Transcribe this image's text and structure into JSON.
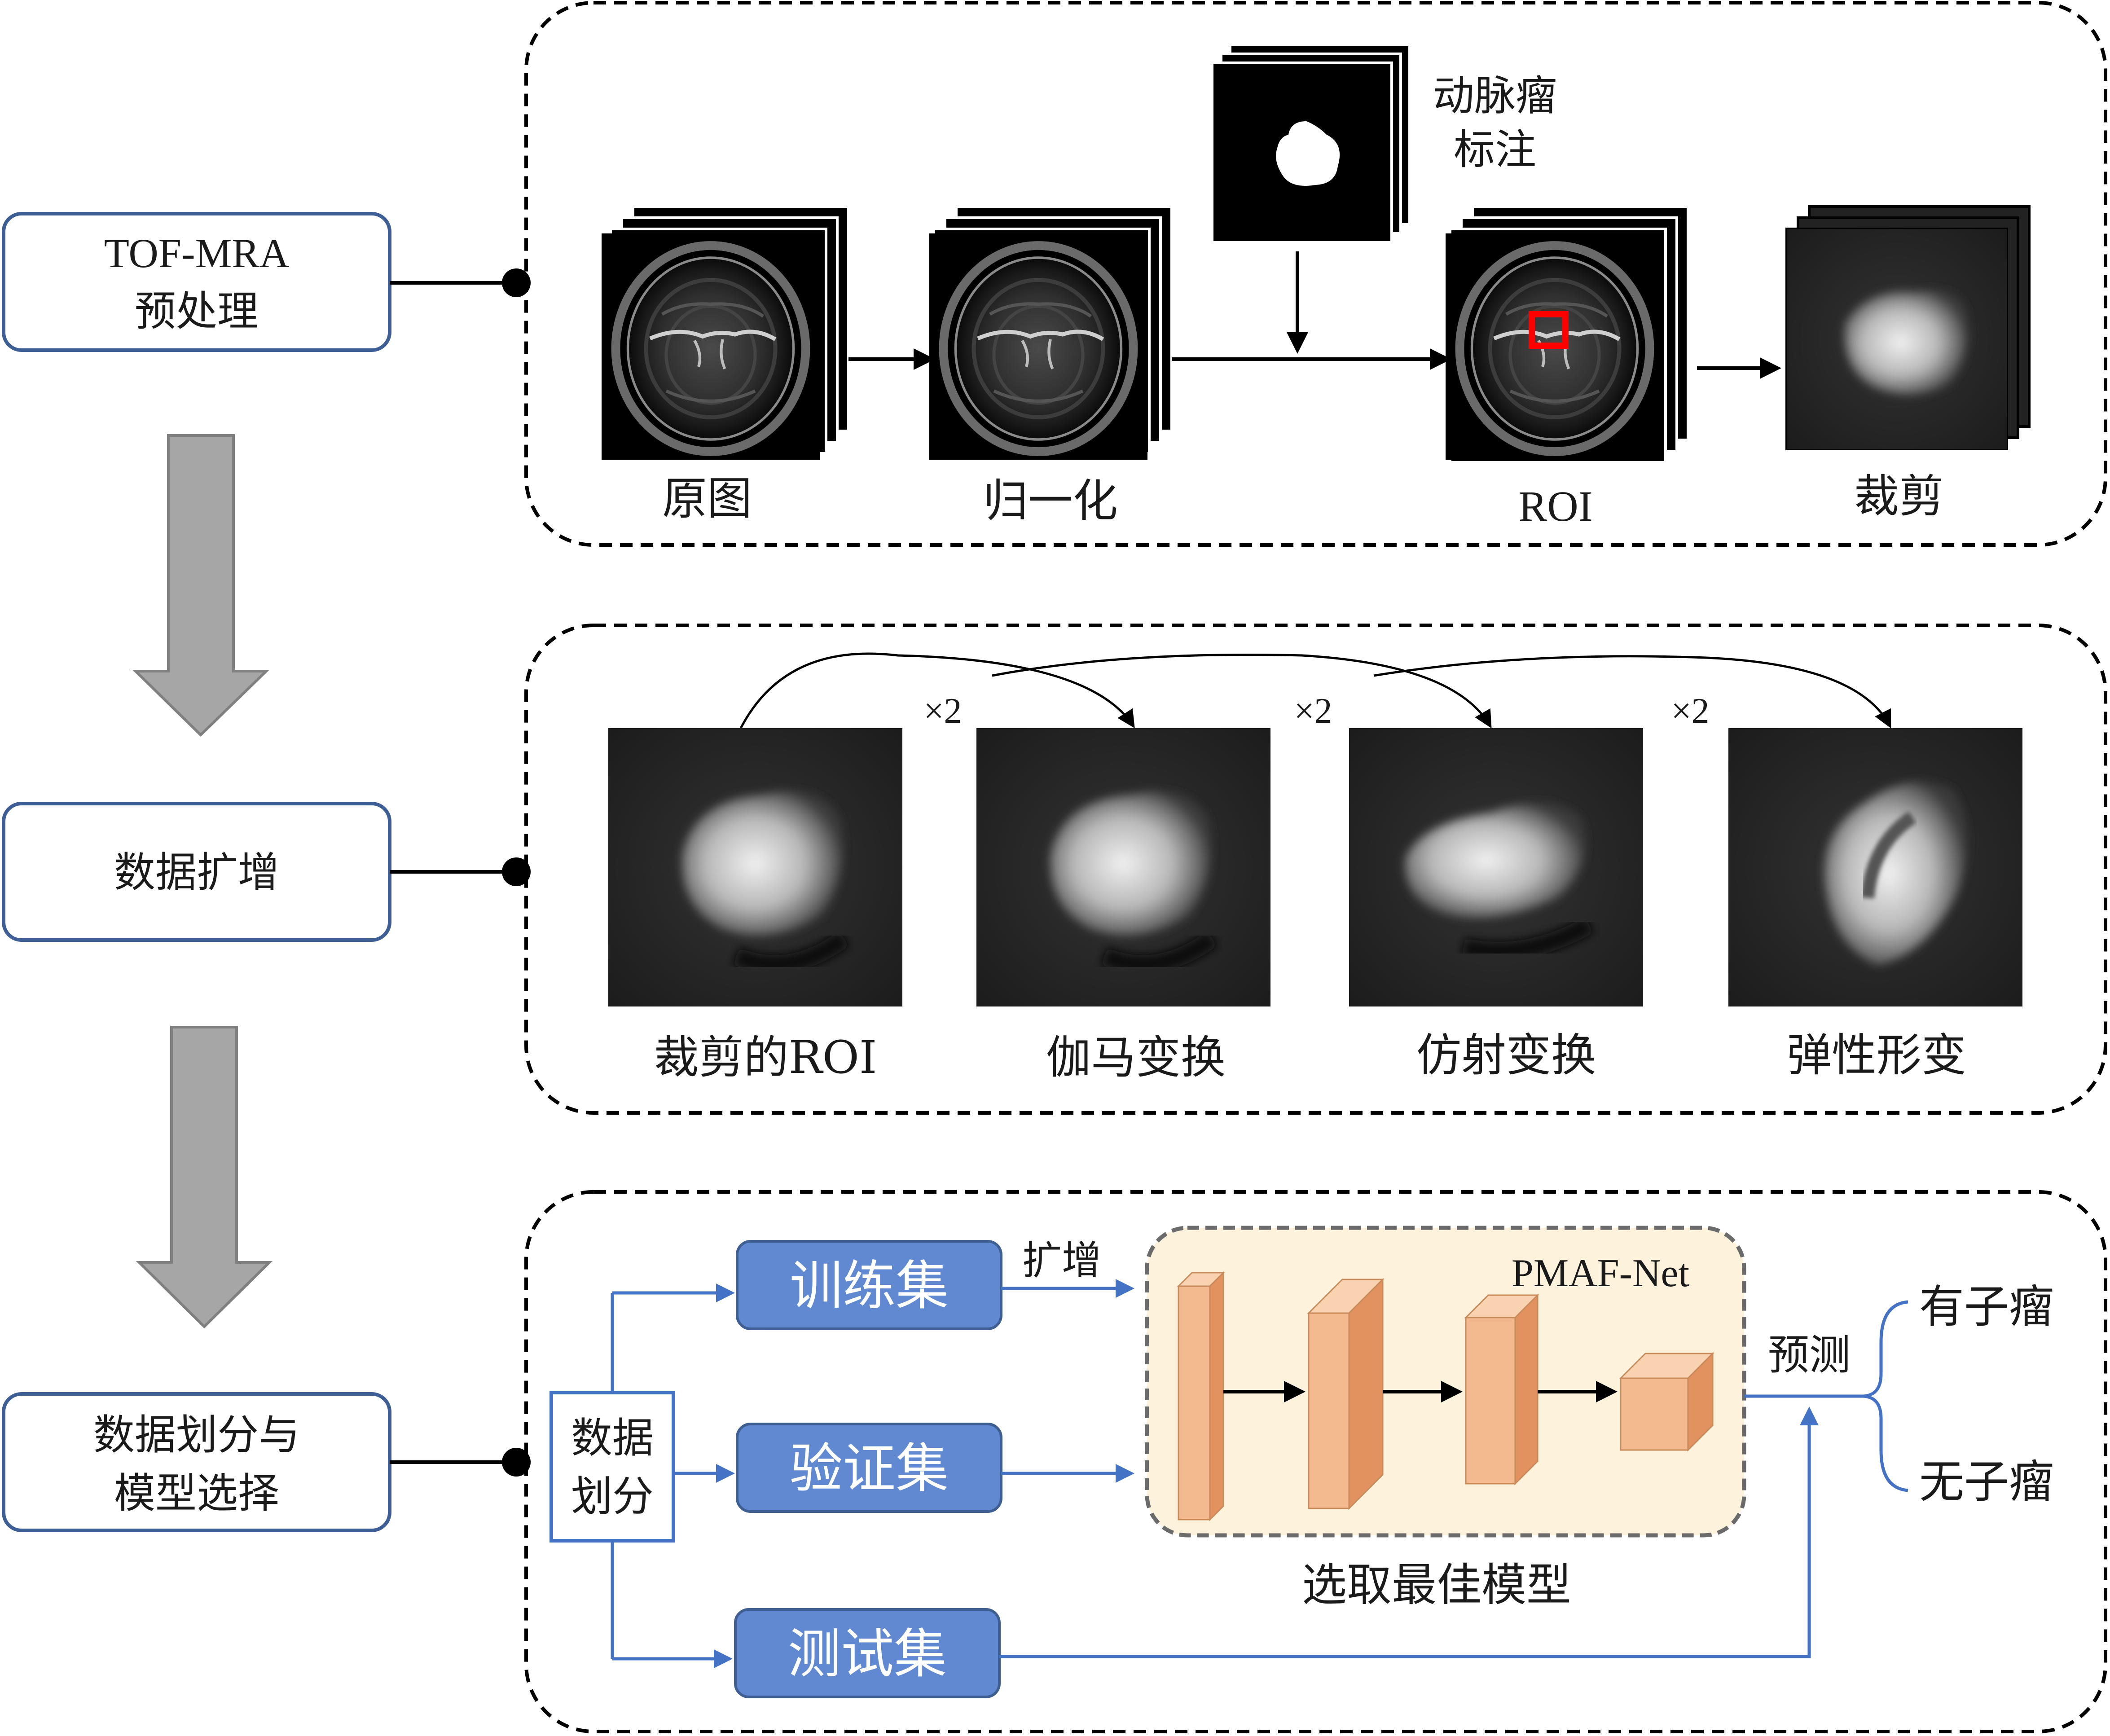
{
  "colors": {
    "box_border": "#3e5f95",
    "set_fill": "#6189d1",
    "set_border": "#3f5f93",
    "arrow_blue": "#4472c4",
    "flow_gray": "#a6a6a6",
    "model_bg": "#fdf2dc",
    "cube_front": "#f3b98f",
    "cube_side": "#e2925f",
    "cube_top": "#f9d2b2",
    "roi_red": "#ff0000"
  },
  "steps": {
    "preprocess": {
      "line1": "TOF-MRA",
      "line2": "预处理"
    },
    "augment": {
      "label": "数据扩增"
    },
    "split_select": {
      "line1": "数据划分与",
      "line2": "模型选择"
    }
  },
  "preprocess_panel": {
    "annotation": {
      "line1": "动脉瘤",
      "line2": "标注"
    },
    "images": {
      "original": "原图",
      "normalized": "归一化",
      "roi": "ROI",
      "cropped": "裁剪"
    }
  },
  "augment_panel": {
    "multiplier": "×2",
    "images": {
      "cropped_roi": "裁剪的ROI",
      "gamma": "伽马变换",
      "affine": "仿射变换",
      "elastic": "弹性形变"
    }
  },
  "model_panel": {
    "split_box": {
      "line1": "数据",
      "line2": "划分"
    },
    "train_set": "训练集",
    "val_set": "验证集",
    "test_set": "测试集",
    "augment_label": "扩增",
    "network": "PMAF-Net",
    "select_caption": "选取最佳模型",
    "predict_label": "预测",
    "outcome_positive": "有子瘤",
    "outcome_negative": "无子瘤"
  }
}
